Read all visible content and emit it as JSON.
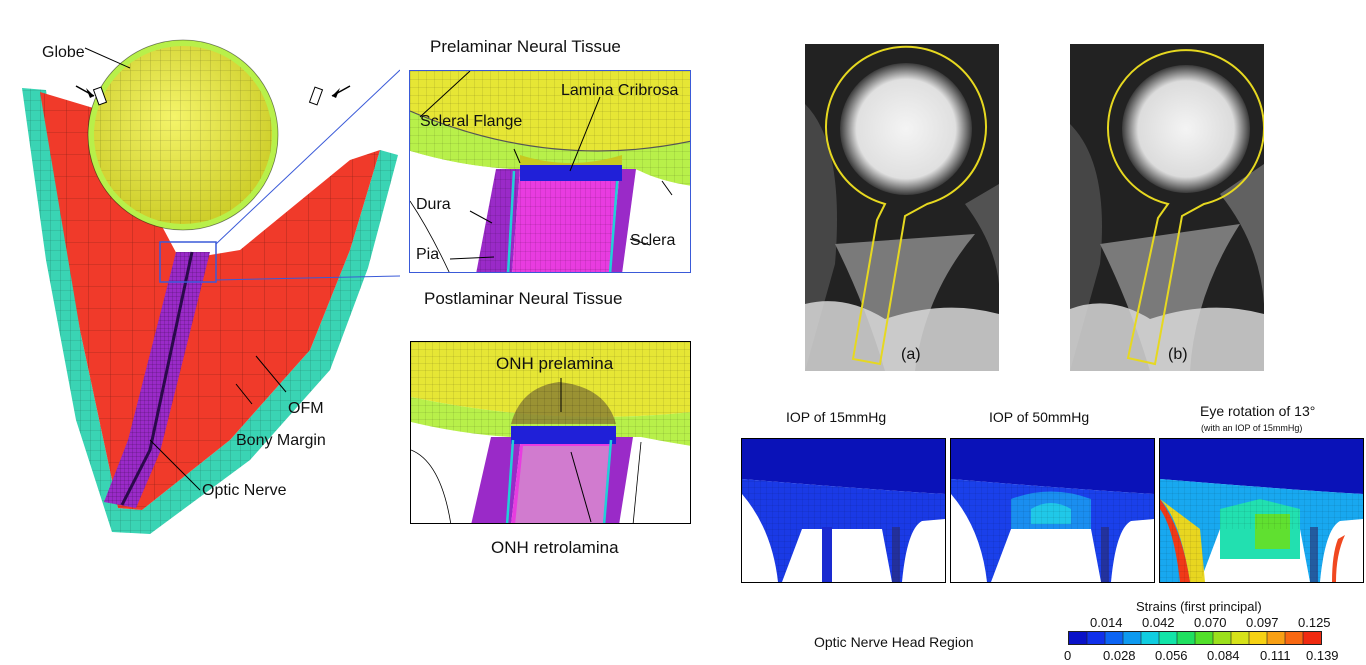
{
  "labels": {
    "globe": "Globe",
    "ofm": "OFM",
    "bony_margin": "Bony Margin",
    "optic_nerve": "Optic Nerve",
    "prelaminar_neural_tissue": "Prelaminar Neural Tissue",
    "lamina_cribrosa": "Lamina Cribrosa",
    "scleral_flange": "Scleral Flange",
    "dura": "Dura",
    "pia": "Pia",
    "sclera": "Sclera",
    "postlaminar_neural_tissue": "Postlaminar Neural Tissue",
    "onh_prelamina": "ONH prelamina",
    "onh_retrolamina": "ONH retrolamina"
  },
  "mri": {
    "panel_a": "(a)",
    "panel_b": "(b)"
  },
  "strain_panels": [
    {
      "title": "IOP of 15mmHg",
      "subtitle": ""
    },
    {
      "title": "IOP of 50mmHg",
      "subtitle": ""
    },
    {
      "title": "Eye rotation of 13°",
      "subtitle": "(with an IOP of 15mmHg)"
    }
  ],
  "region_label": "Optic Nerve Head Region",
  "colorbar": {
    "title": "Strains (first principal)",
    "top_ticks": [
      "0.014",
      "0.042",
      "0.070",
      "0.097",
      "0.125"
    ],
    "bottom_ticks": [
      "0",
      "0.028",
      "0.056",
      "0.084",
      "0.111",
      "0.139"
    ],
    "colors": [
      "#0a12c8",
      "#1030ea",
      "#0c64f4",
      "#0e9af0",
      "#10cde0",
      "#12e4a8",
      "#20e060",
      "#52e02a",
      "#9ce01c",
      "#d6e21a",
      "#f6d214",
      "#f8a014",
      "#f86812",
      "#f02a10"
    ]
  },
  "colors": {
    "globe": "#e6e635",
    "sclera_green": "#b8f04a",
    "ofm": "#f03a2a",
    "bony": "#3ad4b4",
    "nerve": "#9a2ac8",
    "pia_pink": "#e83ce0",
    "lamina": "#2020d8",
    "highlight_box": "#3a5ad8",
    "contour": "#e6d820"
  }
}
